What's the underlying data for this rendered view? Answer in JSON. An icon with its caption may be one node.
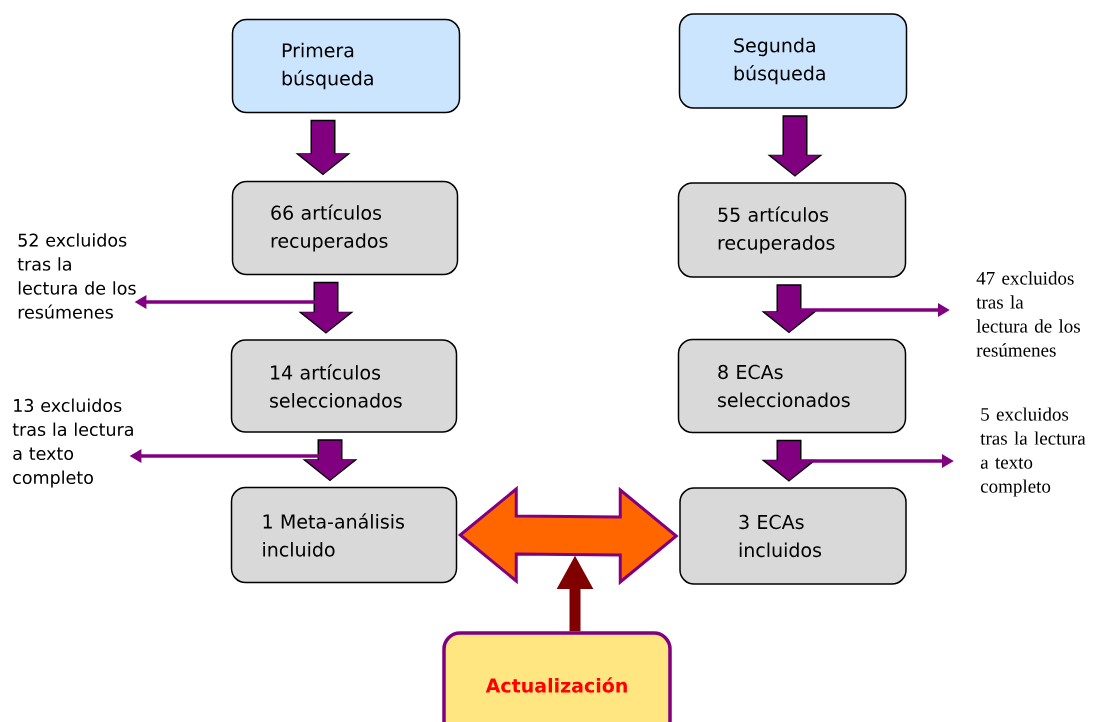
{
  "diagram": {
    "nodes": [
      {
        "text": [
          "Primera búsqueda"
        ]
      },
      {
        "text": [
          "66 artículos recuperados"
        ]
      },
      {
        "text": [
          "14 artículos seleccionados"
        ]
      },
      {
        "text": [
          "1 Meta-análisis incluido"
        ]
      },
      {
        "text": [
          "52 excluidos tras la lectura de los resúmenes"
        ]
      },
      {
        "text": [
          "13 excluidos tras la lectura a texto completo"
        ]
      },
      {
        "text": [
          "Segunda búsqueda"
        ]
      },
      {
        "text": [
          "55 artículos recuperados"
        ]
      },
      {
        "text": [
          "8 ECAs seleccionados"
        ]
      },
      {
        "text": [
          "3 ECAs incluidos"
        ]
      },
      {
        "text": [
          "47 excluidos tras la lectura de los resúmenes"
        ]
      },
      {
        "text": [
          "5 excluidos tras la lectura a texto completo"
        ]
      },
      {
        "text": [
          "Actualización"
        ]
      }
    ],
    "edges": [
      {
        "from": 0,
        "to": 1,
        "arrow": "to"
      },
      {
        "from": 1,
        "to": 2,
        "arrow": "to"
      },
      {
        "from": 2,
        "to": 3,
        "arrow": "to"
      },
      {
        "from": null,
        "to": 4,
        "arrow": "to",
        "color": "#800080"
      },
      {
        "from": null,
        "to": 5,
        "arrow": "to",
        "color": "#800080"
      },
      {
        "from": 6,
        "to": 7,
        "arrow": "to"
      },
      {
        "from": 7,
        "to": 8,
        "arrow": "to"
      },
      {
        "from": 8,
        "to": 9,
        "arrow": "to"
      },
      {
        "from": null,
        "to": 10,
        "arrow": "to",
        "color": "#800080"
      },
      {
        "from": null,
        "to": 11,
        "arrow": "to",
        "color": "#800080"
      },
      {
        "from": 3,
        "to": 9,
        "arrow": "both",
        "color": "#ff6600"
      },
      {
        "from": 12,
        "to": null,
        "arrow": "to",
        "color": "#800000"
      }
    ]
  }
}
